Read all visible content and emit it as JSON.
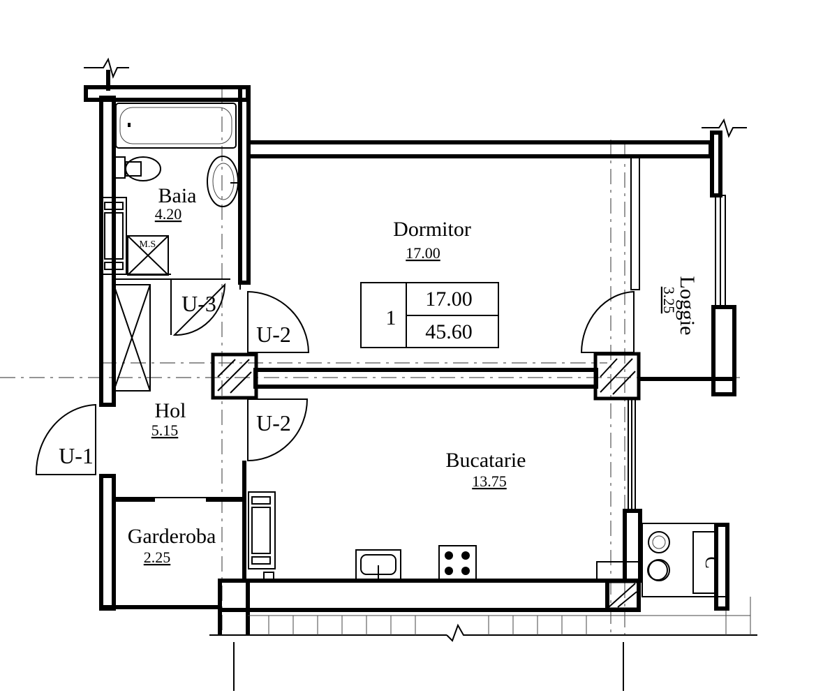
{
  "rooms": {
    "baia": {
      "name": "Baia",
      "area": "4.20"
    },
    "dormitor": {
      "name": "Dormitor",
      "area": "17.00"
    },
    "loggie": {
      "name": "Loggie",
      "area": "3.25"
    },
    "hol": {
      "name": "Hol",
      "area": "5.15"
    },
    "bucatarie": {
      "name": "Bucatarie",
      "area": "13.75"
    },
    "garderoba": {
      "name": "Garderoba",
      "area": "2.25"
    }
  },
  "doors": {
    "u1": "U-1",
    "u2_top": "U-2",
    "u2_bottom": "U-2",
    "u3": "U-3"
  },
  "labels": {
    "ms": "M.S.",
    "c": "C"
  },
  "summary_table": {
    "index": "1",
    "living_area": "17.00",
    "total_area": "45.60"
  }
}
